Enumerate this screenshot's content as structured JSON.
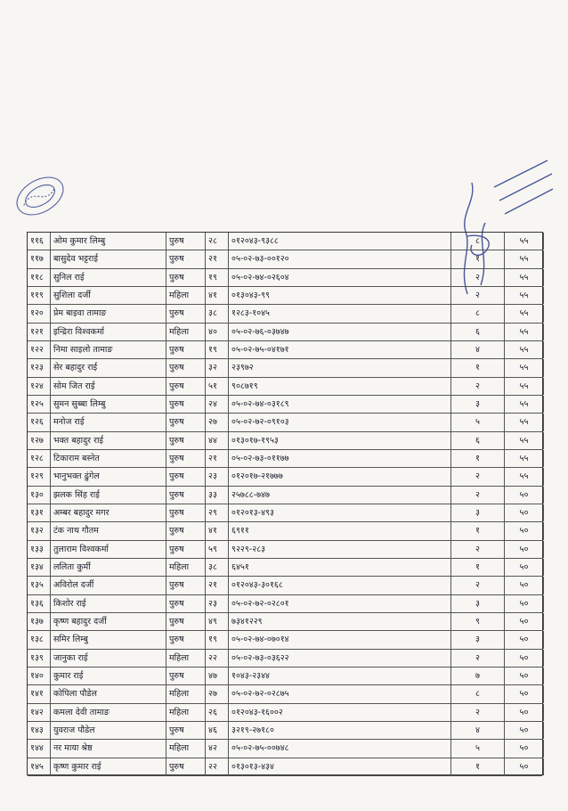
{
  "document": {
    "rows": [
      {
        "sn": "११६",
        "name": "ओम कुमार लिम्बु",
        "gender": "पुरुष",
        "age": "२८",
        "id": "०१२०४३-९३८८",
        "no": "८",
        "code": "५५"
      },
      {
        "sn": "११७",
        "name": "बासुदेव भट्टराई",
        "gender": "पुरुष",
        "age": "२१",
        "id": "०५-०२-७३-००१२०",
        "no": "१",
        "code": "५५"
      },
      {
        "sn": "११८",
        "name": "सुनिल राई",
        "gender": "पुरुष",
        "age": "१९",
        "id": "०५-०२-७४-०२६०४",
        "no": "२",
        "code": "५५"
      },
      {
        "sn": "११९",
        "name": "सुशिला दर्जी",
        "gender": "महिला",
        "age": "४१",
        "id": "०१३०४३-९९",
        "no": "२",
        "code": "५५"
      },
      {
        "sn": "१२०",
        "name": "प्रेम बाइवा तामाङ",
        "gender": "पुरुष",
        "age": "३८",
        "id": "१२८३-१०४५",
        "no": "८",
        "code": "५५"
      },
      {
        "sn": "१२१",
        "name": "इन्द्रिरा विश्वकर्मा",
        "gender": "महिला",
        "age": "४०",
        "id": "०५-०२-७६-०३७४७",
        "no": "६",
        "code": "५५"
      },
      {
        "sn": "१२२",
        "name": "निमा साइलो तामाङ",
        "gender": "पुरुष",
        "age": "१९",
        "id": "०५-०२-७५-०४१७१",
        "no": "४",
        "code": "५५"
      },
      {
        "sn": "१२३",
        "name": "सेर बहादुर राई",
        "gender": "पुरुष",
        "age": "३२",
        "id": "२३९७२",
        "no": "१",
        "code": "५५"
      },
      {
        "sn": "१२४",
        "name": "सोम जित राई",
        "gender": "पुरुष",
        "age": "५१",
        "id": "९०८७१९",
        "no": "२",
        "code": "५५"
      },
      {
        "sn": "१२५",
        "name": "सुमन सुब्बा लिम्बु",
        "gender": "पुरुष",
        "age": "२४",
        "id": "०५-०२-७४-०३१८९",
        "no": "३",
        "code": "५५"
      },
      {
        "sn": "१२६",
        "name": "मनोज राई",
        "gender": "पुरुष",
        "age": "२७",
        "id": "०५-०२-७२-०९१०३",
        "no": "५",
        "code": "५५"
      },
      {
        "sn": "१२७",
        "name": "भक्त बहादुर राई",
        "gender": "पुरुष",
        "age": "४४",
        "id": "०१३०१७-१९५३",
        "no": "६",
        "code": "५५"
      },
      {
        "sn": "१२८",
        "name": "टिकाराम बस्नेत",
        "gender": "पुरुष",
        "age": "२१",
        "id": "०५-०२-७३-०११७७",
        "no": "१",
        "code": "५५"
      },
      {
        "sn": "१२९",
        "name": "भानुभक्त ढुंगेल",
        "gender": "पुरुष",
        "age": "२३",
        "id": "०१२०१७-२१७७७",
        "no": "२",
        "code": "५५"
      },
      {
        "sn": "१३०",
        "name": "झलक सिंह राई",
        "gender": "पुरुष",
        "age": "३३",
        "id": "२५७८८-७४७",
        "no": "२",
        "code": "५०"
      },
      {
        "sn": "१३१",
        "name": "अम्बर बहादुर मगर",
        "gender": "पुरुष",
        "age": "२९",
        "id": "०१२०१३-४९३",
        "no": "३",
        "code": "५०"
      },
      {
        "sn": "१३२",
        "name": "टंक नाथ गौतम",
        "gender": "पुरुष",
        "age": "४१",
        "id": "६९११",
        "no": "१",
        "code": "५०"
      },
      {
        "sn": "१३३",
        "name": "तुलाराम विश्वकर्मा",
        "gender": "पुरुष",
        "age": "५९",
        "id": "९२२९-२८३",
        "no": "२",
        "code": "५०"
      },
      {
        "sn": "१३४",
        "name": "ललिता कुर्मी",
        "gender": "महिला",
        "age": "३८",
        "id": "६४५१",
        "no": "१",
        "code": "५०"
      },
      {
        "sn": "१३५",
        "name": "अविरोल दर्जी",
        "gender": "पुरुष",
        "age": "२१",
        "id": "०१२०४३-३०१६८",
        "no": "२",
        "code": "५०"
      },
      {
        "sn": "१३६",
        "name": "किशोर राई",
        "gender": "पुरुष",
        "age": "२३",
        "id": "०५-०२-७२-०२८०१",
        "no": "३",
        "code": "५०"
      },
      {
        "sn": "१३७",
        "name": "कृष्ण बहादुर दर्जी",
        "gender": "पुरुष",
        "age": "४९",
        "id": "७३४१२२९",
        "no": "९",
        "code": "५०"
      },
      {
        "sn": "१३८",
        "name": "समिर लिम्बु",
        "gender": "पुरुष",
        "age": "१९",
        "id": "०५-०२-७४-०७०१४",
        "no": "३",
        "code": "५०"
      },
      {
        "sn": "१३९",
        "name": "जानुका राई",
        "gender": "महिला",
        "age": "२२",
        "id": "०५-०२-७३-०३६२२",
        "no": "२",
        "code": "५०"
      },
      {
        "sn": "१४०",
        "name": "कुमार राई",
        "gender": "पुरुष",
        "age": "४७",
        "id": "१०४३-२३४४",
        "no": "७",
        "code": "५०"
      },
      {
        "sn": "१४१",
        "name": "कोपिला पौडेल",
        "gender": "महिला",
        "age": "२७",
        "id": "०५-०२-७२-०२८७५",
        "no": "८",
        "code": "५०"
      },
      {
        "sn": "१४२",
        "name": "कमला देवी तामाङ",
        "gender": "महिला",
        "age": "२६",
        "id": "०१२०४३-१६००२",
        "no": "२",
        "code": "५०"
      },
      {
        "sn": "१४३",
        "name": "युवराज पौडेल",
        "gender": "पुरुष",
        "age": "४६",
        "id": "३२१९-२७१८०",
        "no": "४",
        "code": "५०"
      },
      {
        "sn": "१४४",
        "name": "नर माया श्रेष्ठ",
        "gender": "महिला",
        "age": "४२",
        "id": "०५-०२-७५-००७४८",
        "no": "५",
        "code": "५०"
      },
      {
        "sn": "१४५",
        "name": "कृष्ण कुमार राई",
        "gender": "पुरुष",
        "age": "२२",
        "id": "०१३०१३-४३४",
        "no": "१",
        "code": "५०"
      }
    ]
  },
  "colors": {
    "ink": "#1a1a2a",
    "paper": "#f7f6f2",
    "stamp": "#2b3a8c"
  }
}
